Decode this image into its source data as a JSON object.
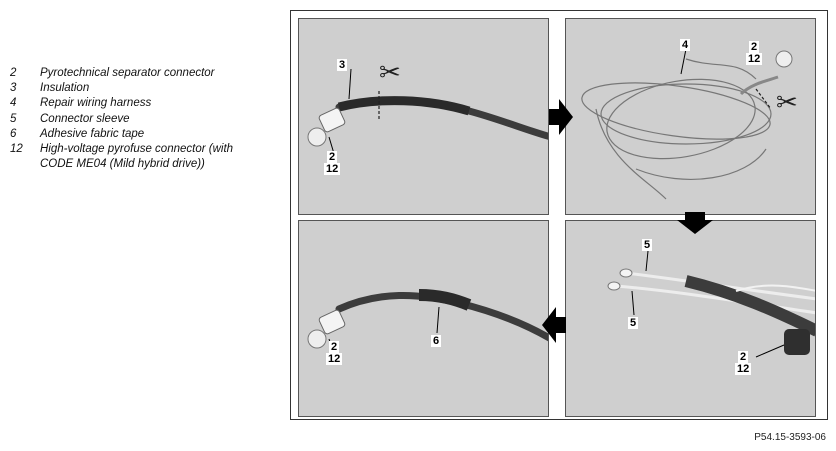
{
  "legend": [
    {
      "num": "2",
      "text": "Pyrotechnical separator connector"
    },
    {
      "num": "3",
      "text": "Insulation"
    },
    {
      "num": "4",
      "text": "Repair wiring harness"
    },
    {
      "num": "5",
      "text": "Connector sleeve"
    },
    {
      "num": "6",
      "text": "Adhesive fabric tape"
    },
    {
      "num": "12",
      "text": "High-voltage pyrofuse connector (with CODE ME04 (Mild hybrid drive))"
    }
  ],
  "panels": {
    "p1": {
      "label_a": "3",
      "label_b1": "2",
      "label_b2": "12"
    },
    "p2": {
      "label_a": "4",
      "label_b1": "2",
      "label_b2": "12"
    },
    "p3": {
      "label_a": "6",
      "label_b1": "2",
      "label_b2": "12"
    },
    "p4": {
      "label_a": "5",
      "label_c": "5",
      "label_b1": "2",
      "label_b2": "12"
    }
  },
  "reference": "P54.15-3593-06"
}
